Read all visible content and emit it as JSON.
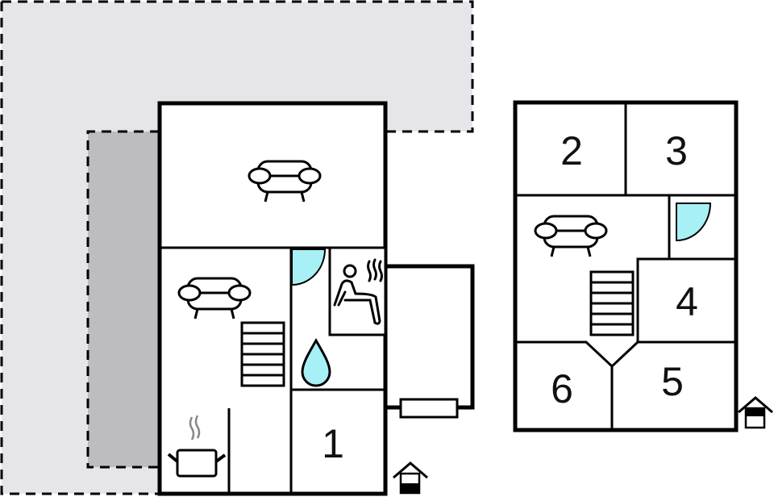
{
  "colors": {
    "terrace": "#e6e6ea",
    "carport": "#bdbdc0",
    "wall": "#000000",
    "water_accent": "#a7f0f6",
    "background": "#ffffff"
  },
  "ground_floor": {
    "label": "ground-floor",
    "rooms": [
      {
        "id": "living-room-top",
        "icon": "sofa-icon"
      },
      {
        "id": "living-room-middle",
        "icon": "sofa-icon"
      },
      {
        "id": "bathroom",
        "icon": "water-drop-icon"
      },
      {
        "id": "sauna",
        "icon": "sauna-icon"
      },
      {
        "id": "kitchen",
        "icon": "cooking-pot-icon"
      },
      {
        "id": "bedroom-1",
        "number": "1"
      }
    ],
    "floor_indicator": "ground-floor-house-icon"
  },
  "first_floor": {
    "label": "first-floor",
    "rooms": [
      {
        "id": "bedroom-2",
        "number": "2"
      },
      {
        "id": "bedroom-3",
        "number": "3"
      },
      {
        "id": "bedroom-4",
        "number": "4"
      },
      {
        "id": "bedroom-5",
        "number": "5"
      },
      {
        "id": "bedroom-6",
        "number": "6"
      },
      {
        "id": "landing",
        "icon": "sofa-icon"
      },
      {
        "id": "wc",
        "icon": "door-swing-icon"
      }
    ],
    "floor_indicator": "first-floor-house-icon"
  }
}
